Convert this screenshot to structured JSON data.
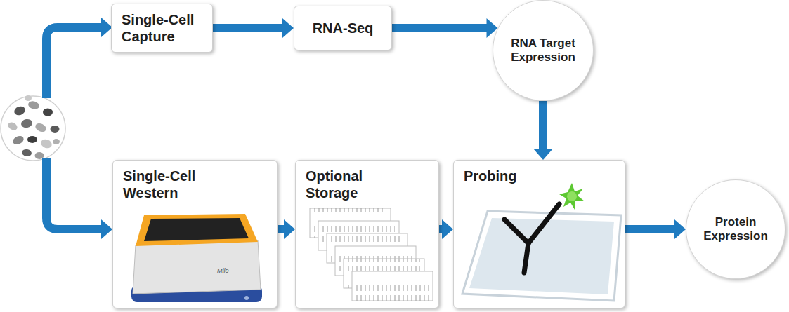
{
  "diagram": {
    "nodes": [
      {
        "text": [
          "Single-Cell Capture"
        ]
      },
      {
        "text": [
          "RNA-Seq"
        ]
      },
      {
        "text": [
          "RNA Target Expression"
        ]
      },
      {
        "text": [
          "Single-Cell Western"
        ]
      },
      {
        "text": [
          "Optional Storage"
        ]
      },
      {
        "text": [
          "Probing"
        ]
      },
      {
        "text": [
          "Protein Expression"
        ]
      }
    ],
    "edges": [
      {
        "from": 0,
        "to": 1,
        "arrow": "to"
      },
      {
        "from": 1,
        "to": 2,
        "arrow": "to"
      },
      {
        "from": 2,
        "to": 5,
        "arrow": "to"
      },
      {
        "from": 3,
        "to": 4,
        "arrow": "to"
      },
      {
        "from": 4,
        "to": 5,
        "arrow": "to"
      },
      {
        "from": 5,
        "to": 6,
        "arrow": "to"
      }
    ],
    "labels": [
      "Milo"
    ]
  }
}
